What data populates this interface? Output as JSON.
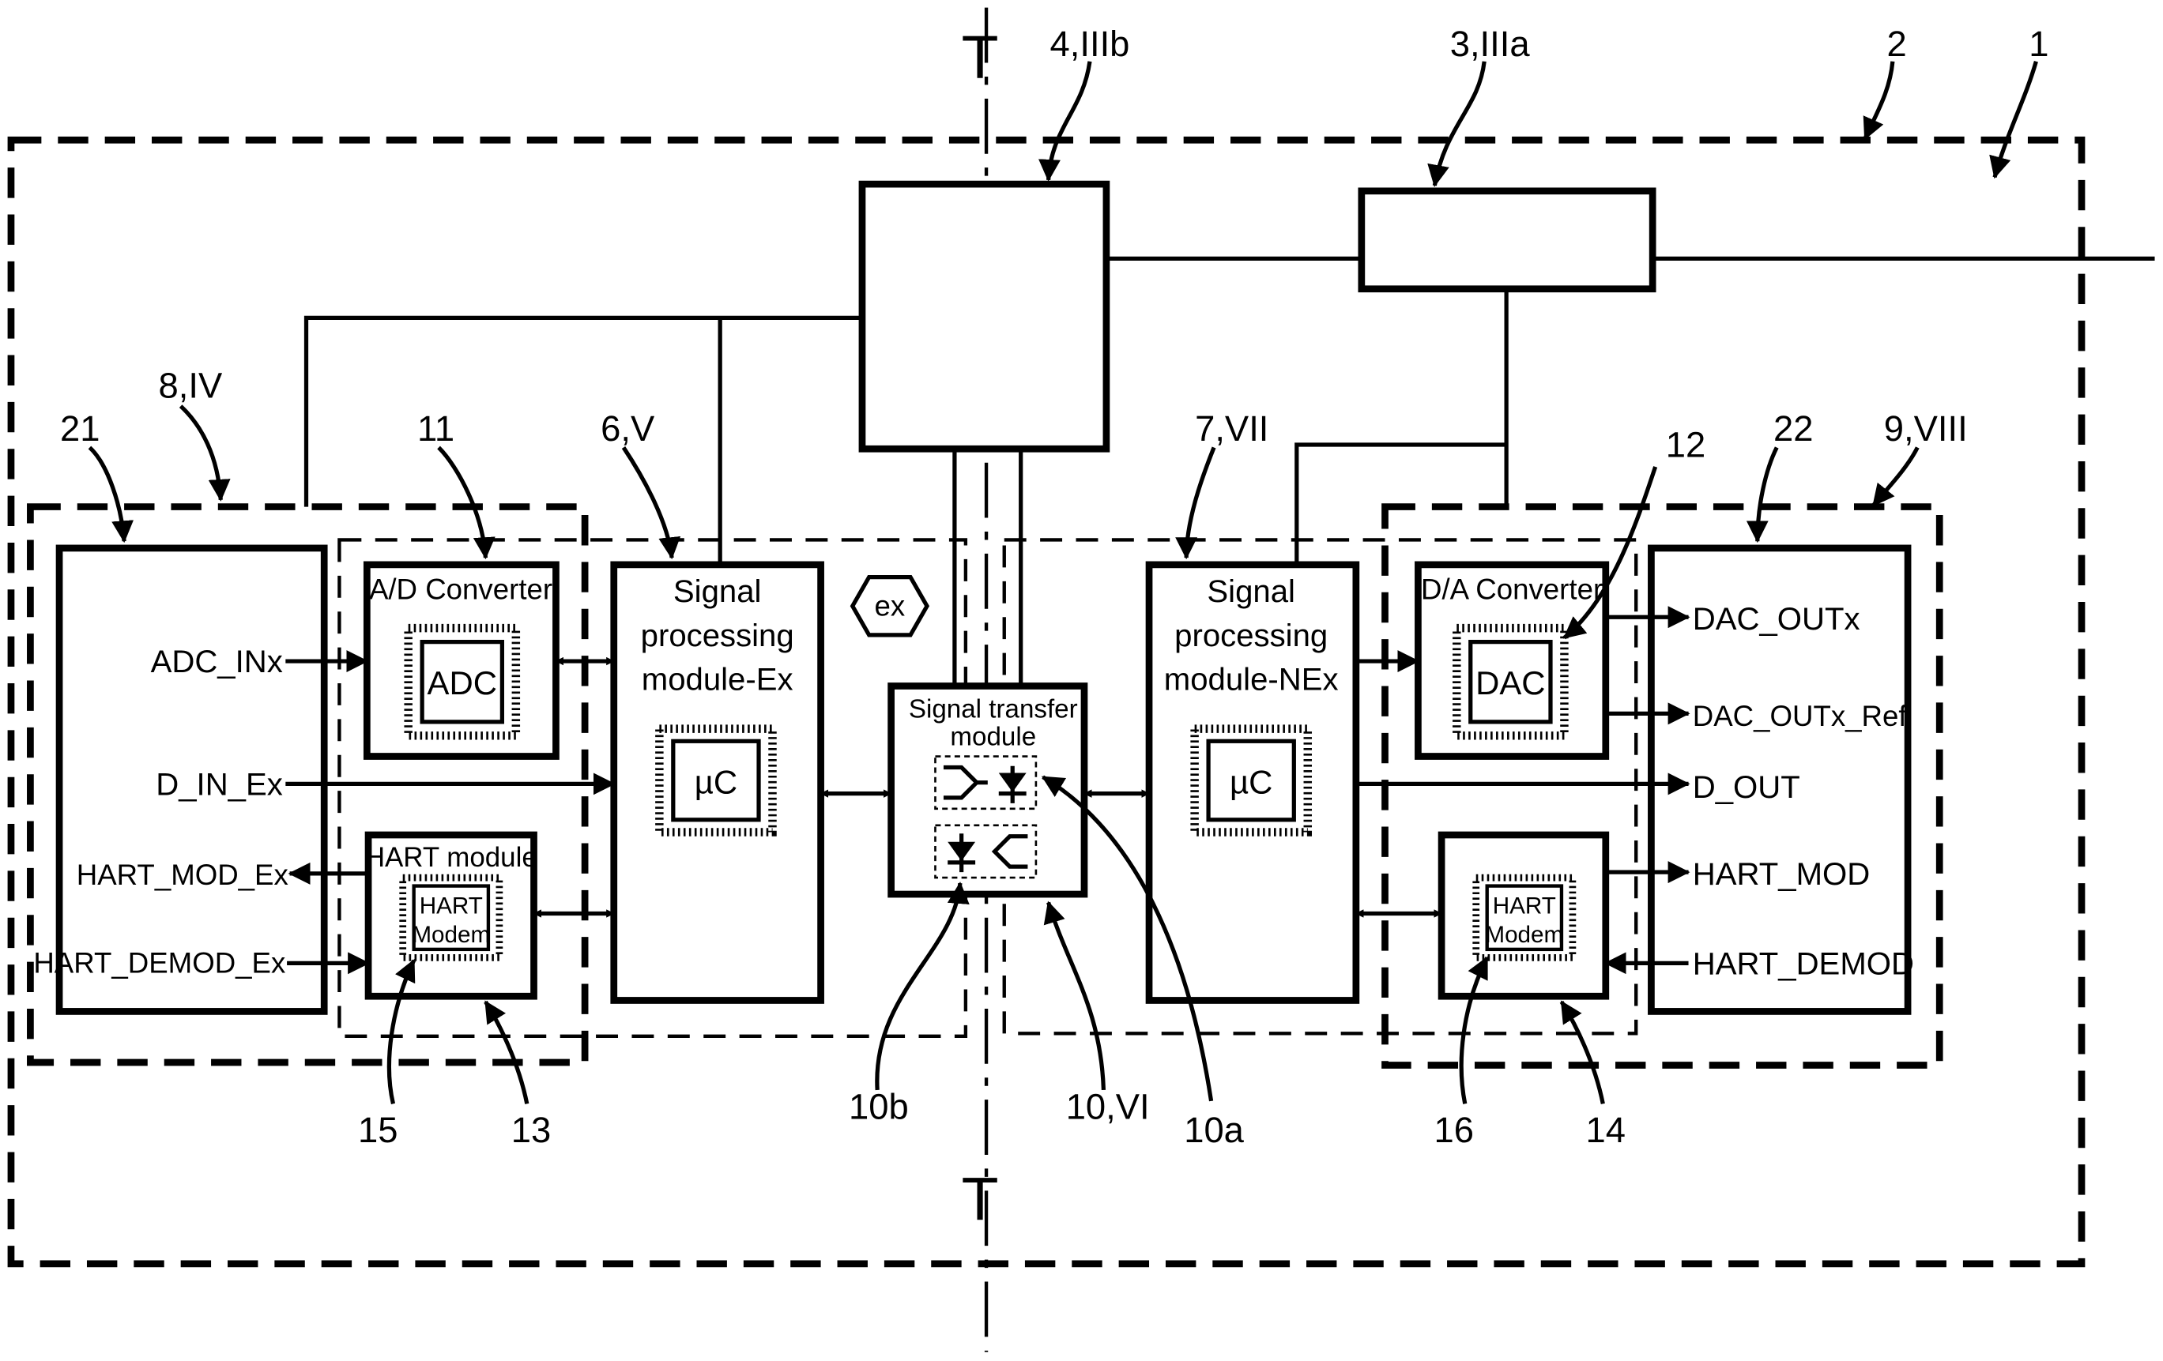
{
  "reference_numerals": {
    "n1": "1",
    "n2": "2",
    "n3": "3,IIIa",
    "n4": "4,IIIb",
    "n6": "6,V",
    "n7": "7,VII",
    "n8": "8,IV",
    "n9": "9,VIII",
    "n10": "10,VI",
    "n10a": "10a",
    "n10b": "10b",
    "n11": "11",
    "n12": "12",
    "n13": "13",
    "n14": "14",
    "n15": "15",
    "n16": "16",
    "n21": "21",
    "n22": "22",
    "t_top": "T",
    "t_bottom": "T"
  },
  "left_terminals": {
    "adc_in": "ADC_INx",
    "d_in": "D_IN_Ex",
    "hart_mod": "HART_MOD_Ex",
    "hart_demod": "HART_DEMOD_Ex"
  },
  "right_terminals": {
    "dac_out": "DAC_OUTx",
    "dac_out_ref": "DAC_OUTx_Ref",
    "d_out": "D_OUT",
    "hart_mod": "HART_MOD",
    "hart_demod": "HART_DEMOD"
  },
  "blocks": {
    "ad_converter": "A/D Converter",
    "adc_chip": "ADC",
    "hart_module": "HART module",
    "hart_chip_line1": "HART",
    "hart_chip_line2": "Modem",
    "spm_ex_line1": "Signal",
    "spm_ex_line2": "processing",
    "spm_ex_line3": "module-Ex",
    "uc": "µC",
    "ex_badge": "ex",
    "transfer_line1": "Signal transfer",
    "transfer_line2": "module",
    "spm_nex_line1": "Signal",
    "spm_nex_line2": "processing",
    "spm_nex_line3": "module-NEx",
    "da_converter": "D/A Converter",
    "dac_chip": "DAC"
  }
}
